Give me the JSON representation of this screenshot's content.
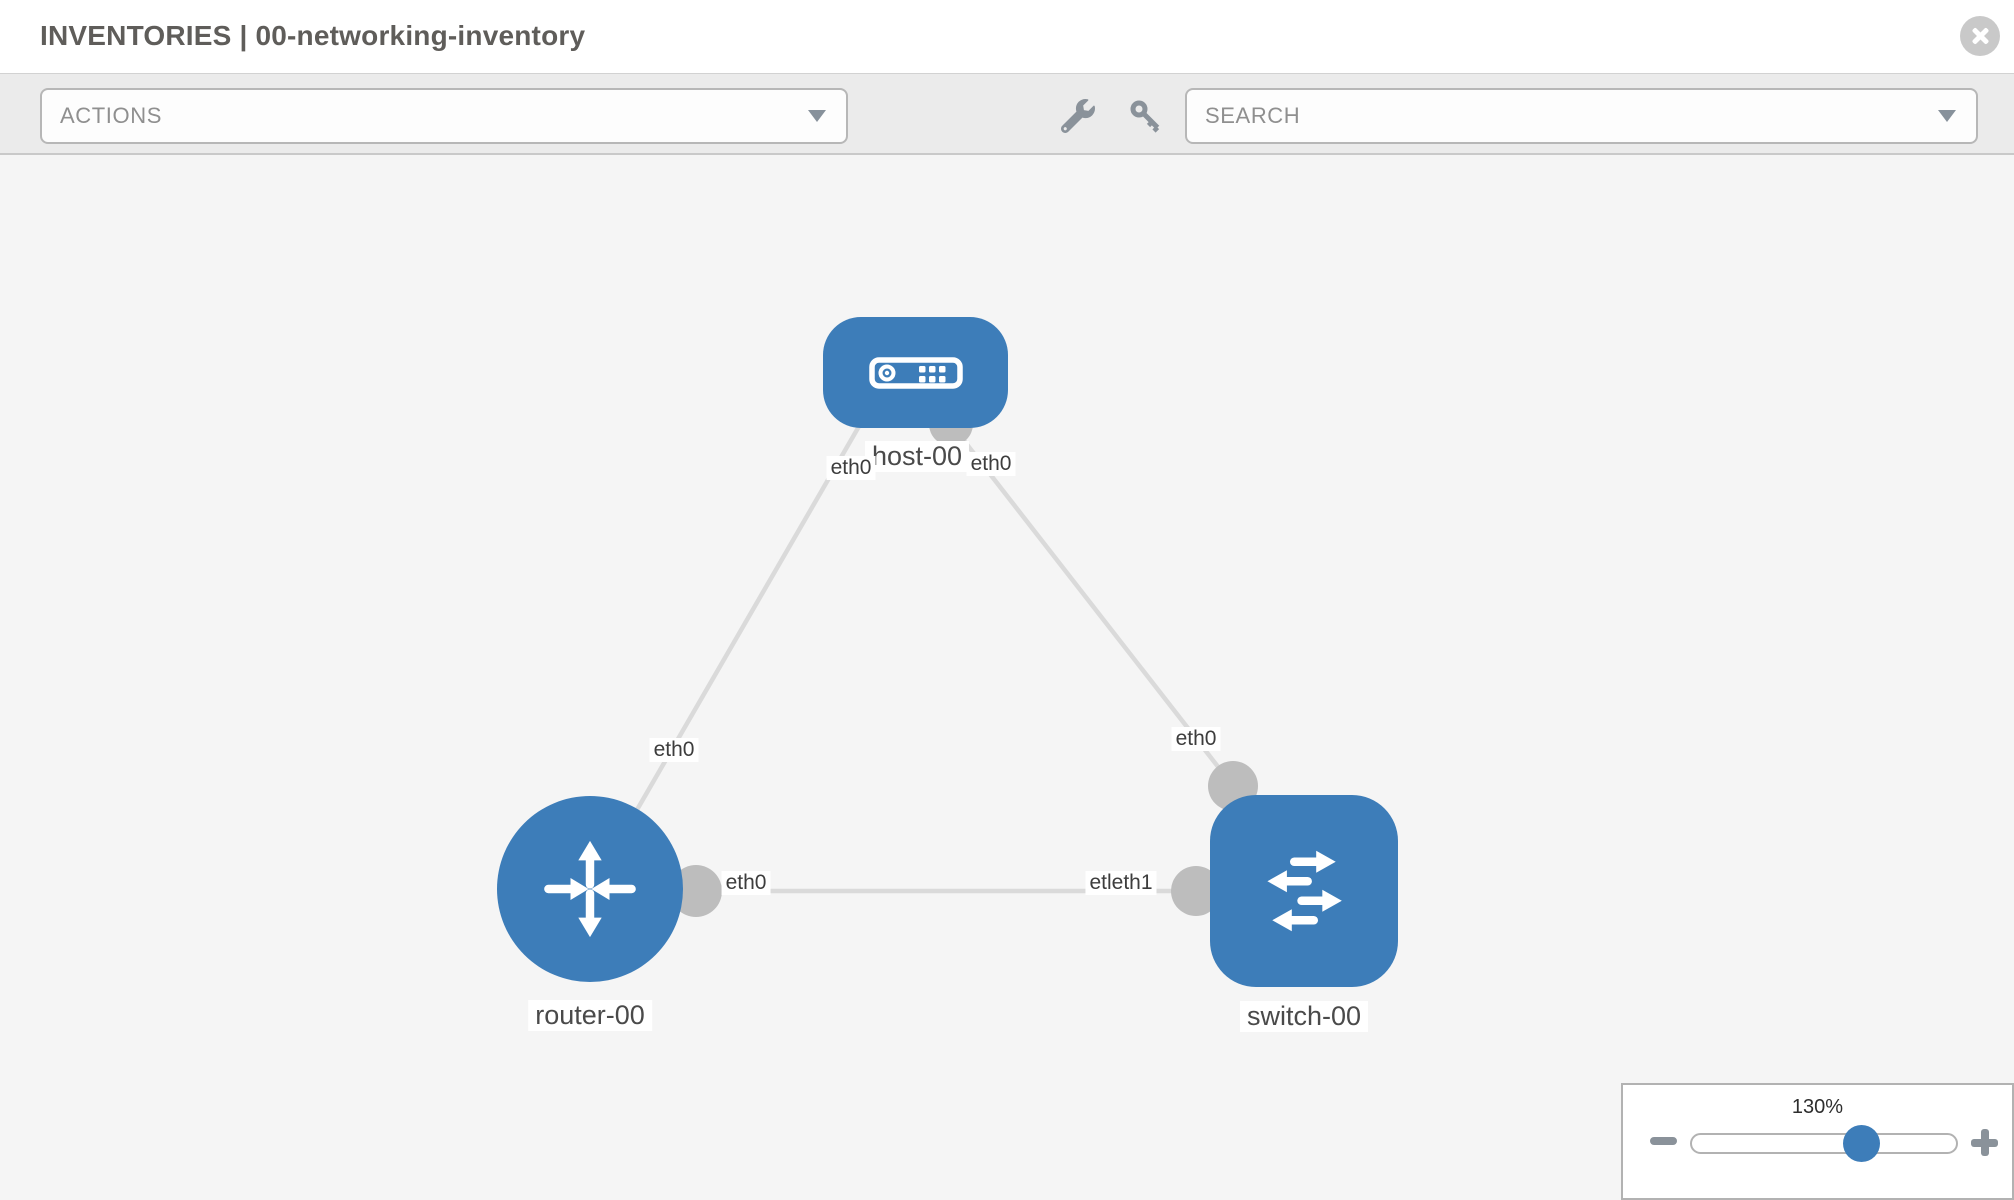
{
  "window": {
    "title": "INVENTORIES | 00-networking-inventory"
  },
  "toolbar": {
    "actions_dropdown": {
      "placeholder": "ACTIONS"
    },
    "search_dropdown": {
      "placeholder": "SEARCH"
    },
    "tool_icons": [
      "wrench",
      "key"
    ]
  },
  "topology": {
    "nodes": [
      {
        "name": "host-00",
        "type": "host"
      },
      {
        "name": "router-00",
        "type": "router"
      },
      {
        "name": "switch-00",
        "type": "switch"
      }
    ],
    "links": [
      {
        "source": "host-00",
        "target": "router-00",
        "source_interface": "eth0",
        "target_interface": "eth0"
      },
      {
        "source": "host-00",
        "target": "switch-00",
        "source_interface": "eth0",
        "target_interface": "eth0"
      },
      {
        "source": "router-00",
        "target": "switch-00",
        "source_interface": "eth0",
        "target_interface": "etleth1"
      }
    ]
  },
  "zoom_control": {
    "level": "130%",
    "minus_icon": "minus",
    "plus_icon": "plus"
  },
  "colors": {
    "node_blue": "#3d7db9",
    "link_gray": "#dadada",
    "connector_gray": "#bdbdbd",
    "canvas_bg": "#f5f5f5",
    "toolbar_bg": "#ebebeb",
    "icon_gray": "#8a929a"
  }
}
